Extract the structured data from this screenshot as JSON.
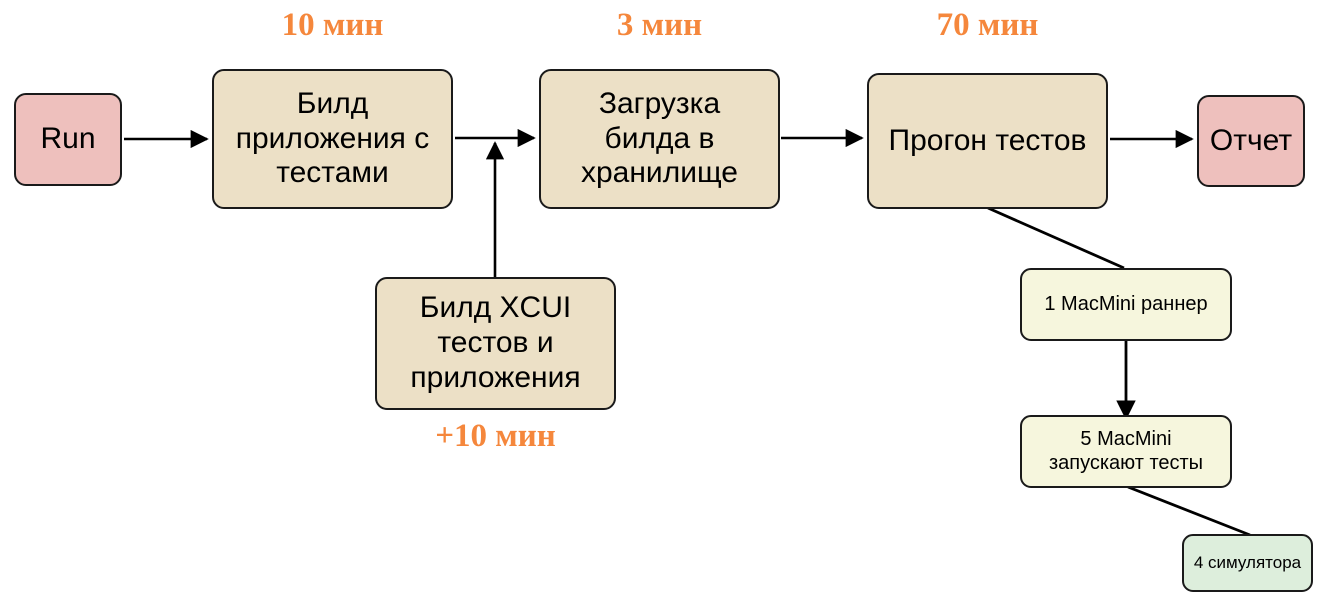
{
  "diagram": {
    "title": "CI pipeline timing diagram",
    "colors": {
      "terminal_fill": "#eec0bd",
      "process_fill": "#ece0c6",
      "infra_fill": "#f6f6dd",
      "simulator_fill": "#ddeedc",
      "stroke": "#1a1a1a",
      "time_label": "#f5873c",
      "background": "#ffffff"
    },
    "nodes": {
      "run": "Run",
      "build_app": "Билд\nприложения с\nтестами",
      "upload_build": "Загрузка\nбилда в\nхранилище",
      "run_tests": "Прогон тестов",
      "report": "Отчет",
      "build_xcui": "Билд XCUI\nтестов и\nприложения",
      "runner": "1 MacMini раннер",
      "macminis": "5 MacMini\nзапускают тесты",
      "simulators": "4 симулятора"
    },
    "time_labels": {
      "build_app_time": "10 мин",
      "upload_time": "3 мин",
      "run_tests_time": "70 мин",
      "build_xcui_time": "+10 мин"
    }
  }
}
